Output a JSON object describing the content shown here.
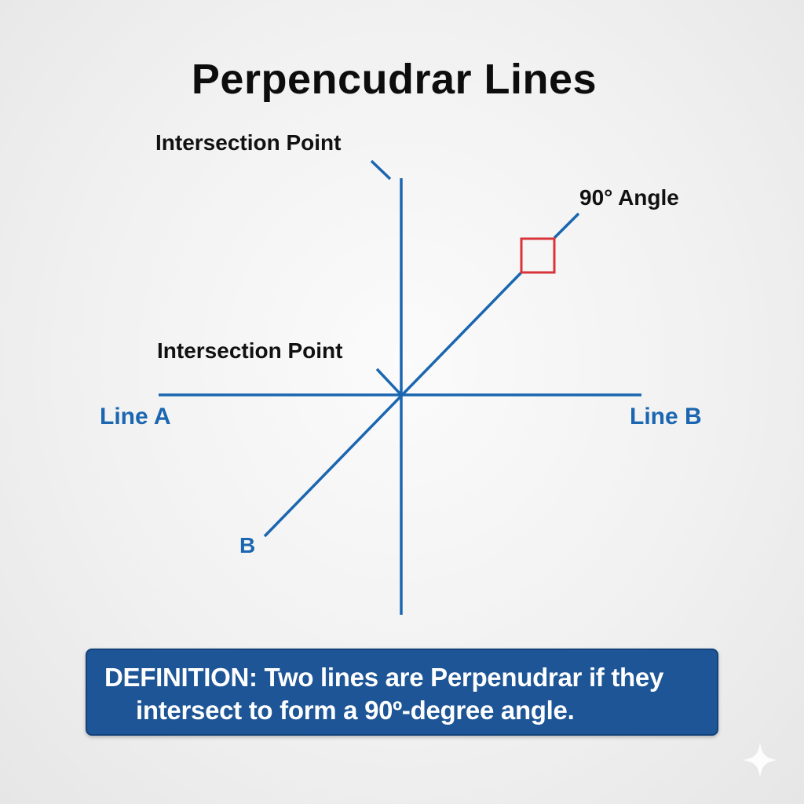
{
  "title": "Perpencudrar Lines",
  "labels": {
    "intersection_top": "Intersection Point",
    "intersection_mid": "Intersection Point",
    "angle": "90° Angle",
    "line_a": "Line A",
    "line_b": "Line B",
    "b": "B"
  },
  "definition": {
    "line1": "DEFINITION: Two lines are Perpenudrar if they",
    "line2": "intersect to form a 90º-degree angle."
  },
  "colors": {
    "line": "#1a66b0",
    "right_angle_marker": "#d9343a",
    "definition_bg": "#1d5596",
    "title_text": "#0d0d0d"
  },
  "icons": {
    "watermark": "sparkle-icon"
  }
}
